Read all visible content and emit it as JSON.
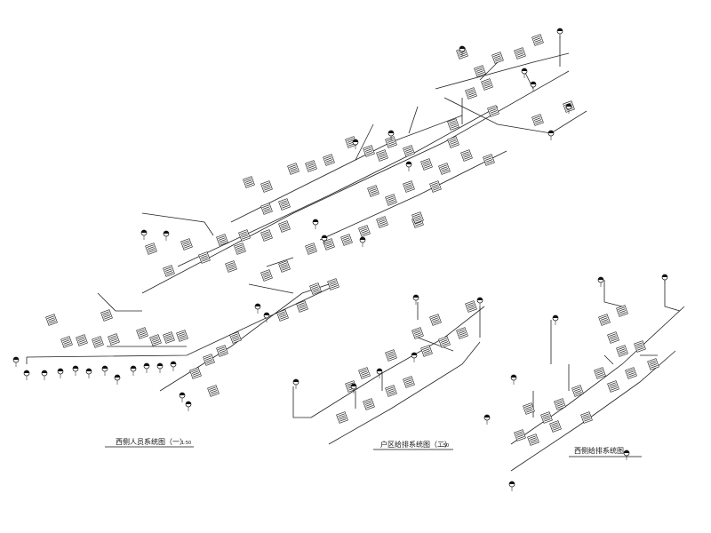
{
  "drawing": {
    "views": [
      {
        "id": "view-1",
        "title": "西侧人员系统图（一）",
        "scale": "1:50"
      },
      {
        "id": "view-2",
        "title": "户区给排系统图（二）",
        "scale": "1:50"
      },
      {
        "id": "view-3",
        "title": "西侧给排系统图",
        "scale": ""
      }
    ]
  }
}
